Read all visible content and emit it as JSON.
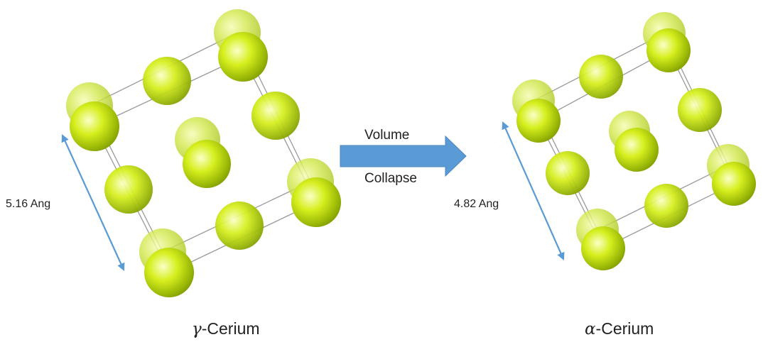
{
  "left_structure": {
    "greek_letter": "γ",
    "name": "-Cerium",
    "lattice_label": "5.16 Ang"
  },
  "right_structure": {
    "greek_letter": "α",
    "name": "-Cerium",
    "lattice_label": "4.82 Ang"
  },
  "transition": {
    "label_top": "Volume",
    "label_bottom": "Collapse"
  },
  "colors": {
    "atom_highlight": "#fbffc8",
    "atom_mid": "#d6ef1e",
    "atom_edge": "#7f9c02",
    "bond": "#9a9a9a",
    "dimension_arrow": "#5b9bd5",
    "transition_arrow": "#5b9bd5"
  }
}
